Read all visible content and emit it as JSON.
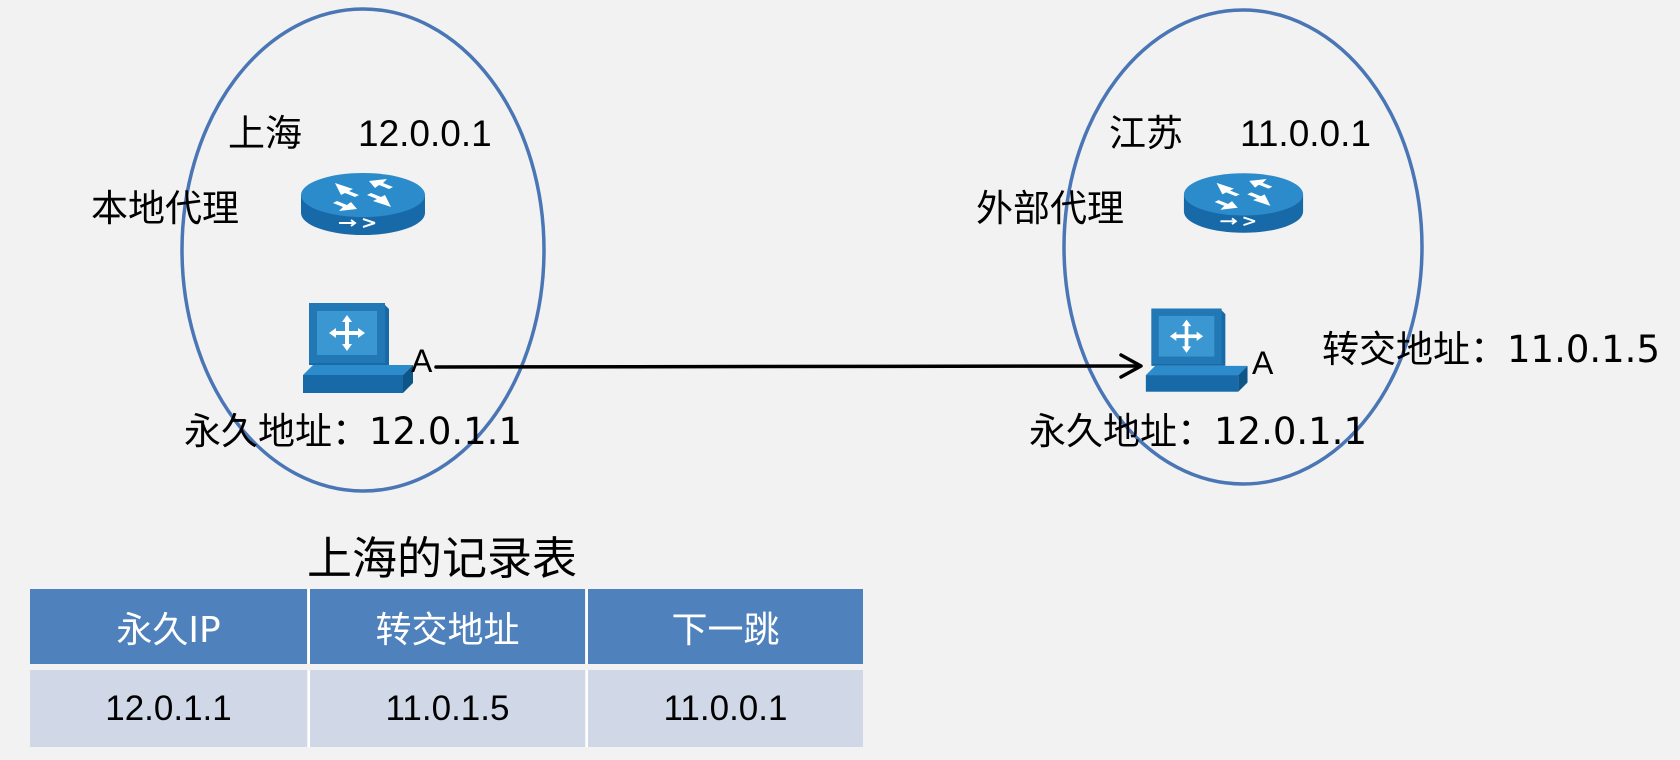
{
  "colors": {
    "background": "#F2F2F2",
    "region_outline": "#4A76B5",
    "device_blue": "#2B8BCB",
    "device_dark_blue": "#1769A8",
    "table_header": "#4F81BD",
    "table_row": "#D0D8E8",
    "arrow": "#000000"
  },
  "icons": {
    "agent": "router-icon",
    "host": "computer-icon"
  },
  "left_region": {
    "name": "上海",
    "agent_ip": "12.0.0.1",
    "agent_label": "本地代理",
    "host_label": "A",
    "permanent_address": "永久地址：12.0.1.1"
  },
  "right_region": {
    "name": "江苏",
    "agent_ip": "11.0.0.1",
    "agent_label": "外部代理",
    "host_label": "A",
    "care_of_address": "转交地址：11.0.1.5",
    "permanent_address": "永久地址：12.0.1.1"
  },
  "table": {
    "title": "上海的记录表",
    "headers": [
      "永久IP",
      "转交地址",
      "下一跳"
    ],
    "rows": [
      [
        "12.0.1.1",
        "11.0.1.5",
        "11.0.0.1"
      ]
    ]
  }
}
